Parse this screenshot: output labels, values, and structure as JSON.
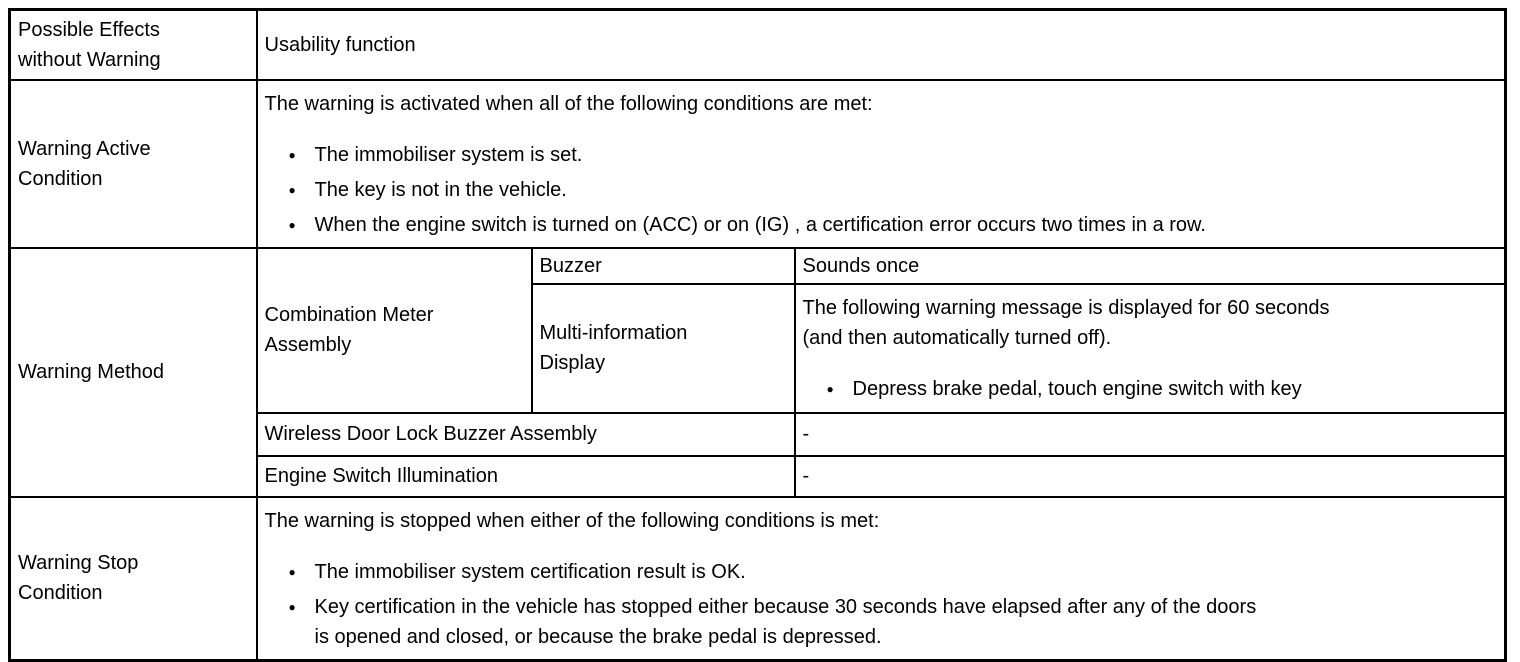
{
  "table": {
    "rows": {
      "possible_effects": {
        "label_lines": [
          "Possible Effects",
          "without Warning"
        ],
        "value": "Usability function"
      },
      "warning_active": {
        "label_lines": [
          "Warning Active",
          "Condition"
        ],
        "intro": "The warning is activated when all of the following conditions are met:",
        "bullets": [
          "The immobiliser system is set.",
          "The key is not in the vehicle.",
          "When the engine switch is turned on (ACC) or on (IG) , a certification error occurs two times in a row."
        ]
      },
      "warning_method": {
        "label": "Warning Method",
        "combination_meter": {
          "label_lines": [
            "Combination Meter",
            "Assembly"
          ],
          "buzzer": {
            "label": "Buzzer",
            "value": "Sounds once"
          },
          "multi_info": {
            "label_lines": [
              "Multi-information",
              "Display"
            ],
            "intro_lines": [
              "The following warning message is displayed for 60 seconds",
              "(and then automatically turned off)."
            ],
            "bullets": [
              "Depress brake pedal, touch engine switch with key"
            ]
          }
        },
        "wireless_door": {
          "label": "Wireless Door Lock Buzzer Assembly",
          "value": "-"
        },
        "engine_switch": {
          "label": "Engine Switch Illumination",
          "value": "-"
        }
      },
      "warning_stop": {
        "label_lines": [
          "Warning Stop",
          "Condition"
        ],
        "intro": "The warning is stopped when either of the following conditions is met:",
        "bullets": [
          "The immobiliser system certification result is OK.",
          [
            "Key certification in the vehicle has stopped either because 30 seconds have elapsed after any of the doors",
            "is opened and closed, or because the brake pedal is depressed."
          ]
        ]
      }
    },
    "colors": {
      "border": "#000000",
      "background": "#ffffff",
      "text": "#000000"
    }
  }
}
